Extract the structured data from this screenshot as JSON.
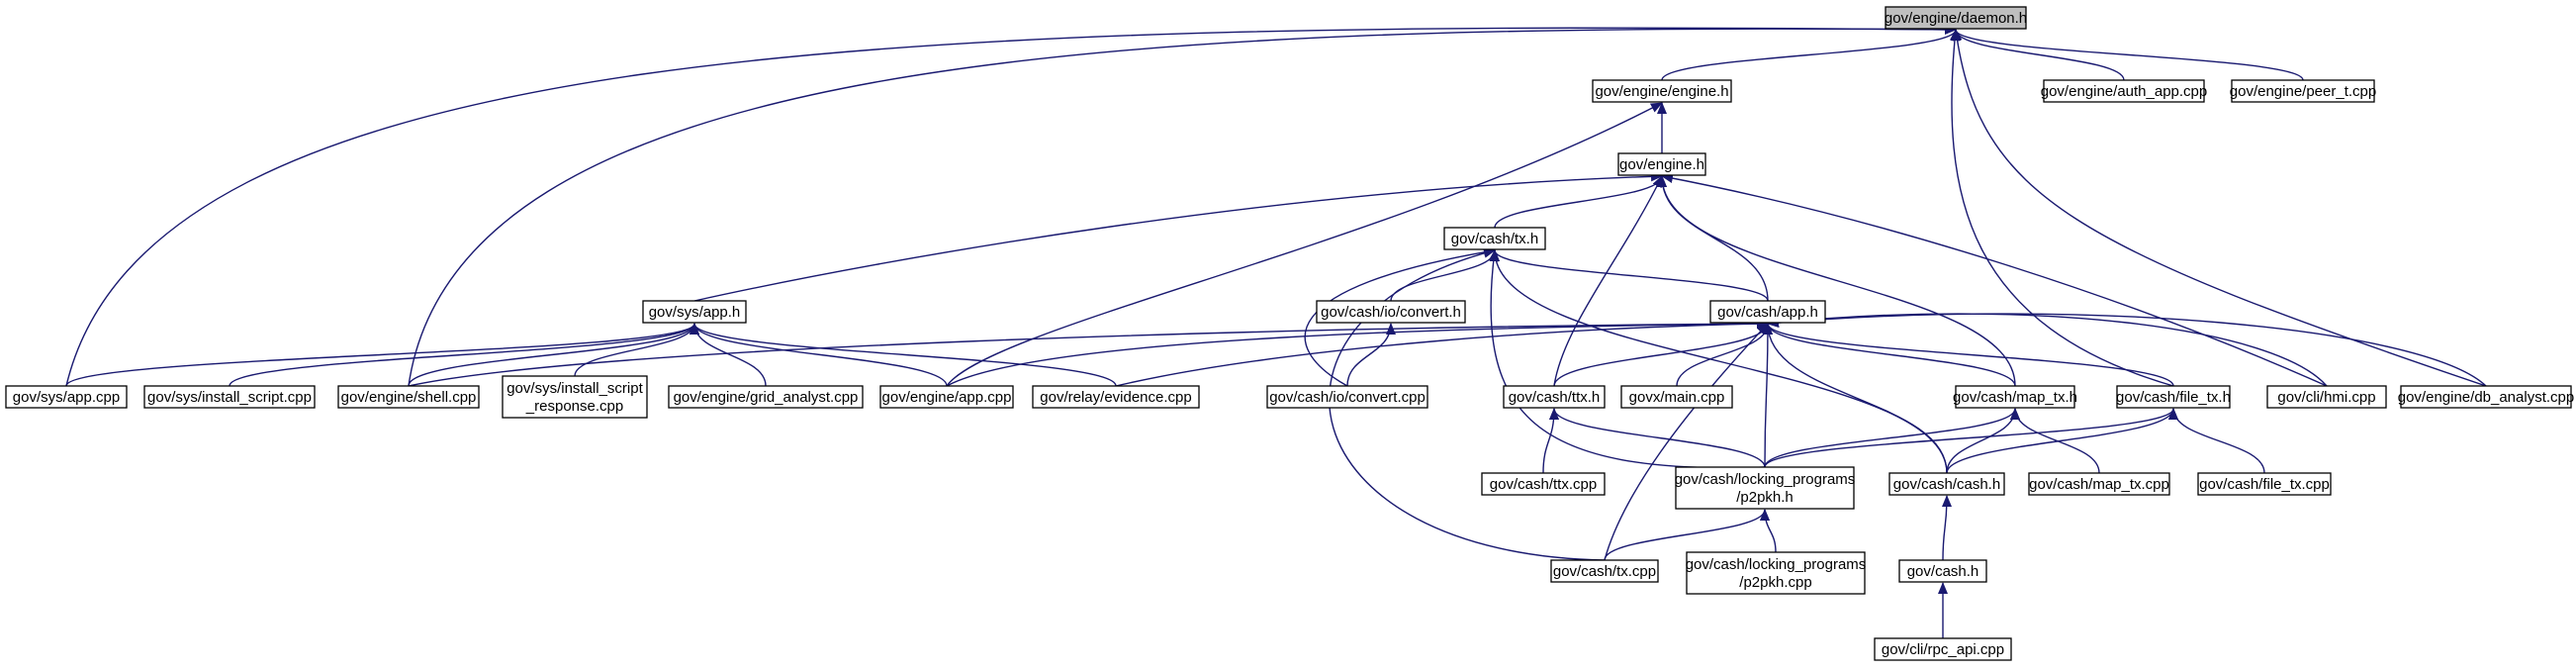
{
  "graph": {
    "title": "",
    "colors": {
      "edge": "#191970",
      "root_fill": "#bfbfbf",
      "node_fill": "#ffffff",
      "node_border": "#000000"
    },
    "nodes": [
      {
        "id": "daemon_h",
        "lines": [
          "gov/engine/daemon.h"
        ],
        "root": true
      },
      {
        "id": "engine_engine_h",
        "lines": [
          "gov/engine/engine.h"
        ]
      },
      {
        "id": "auth_app_cpp",
        "lines": [
          "gov/engine/auth_app.cpp"
        ]
      },
      {
        "id": "peer_t_cpp",
        "lines": [
          "gov/engine/peer_t.cpp"
        ]
      },
      {
        "id": "engine_h",
        "lines": [
          "gov/engine.h"
        ]
      },
      {
        "id": "cash_tx_h",
        "lines": [
          "gov/cash/tx.h"
        ]
      },
      {
        "id": "sys_app_h",
        "lines": [
          "gov/sys/app.h"
        ]
      },
      {
        "id": "cash_io_convert_h",
        "lines": [
          "gov/cash/io/convert.h"
        ]
      },
      {
        "id": "cash_app_h",
        "lines": [
          "gov/cash/app.h"
        ]
      },
      {
        "id": "sys_app_cpp",
        "lines": [
          "gov/sys/app.cpp"
        ]
      },
      {
        "id": "sys_install_script_cpp",
        "lines": [
          "gov/sys/install_script.cpp"
        ]
      },
      {
        "id": "engine_shell_cpp",
        "lines": [
          "gov/engine/shell.cpp"
        ]
      },
      {
        "id": "sys_install_script_response_cpp",
        "lines": [
          "gov/sys/install_script",
          "_response.cpp"
        ]
      },
      {
        "id": "engine_grid_analyst_cpp",
        "lines": [
          "gov/engine/grid_analyst.cpp"
        ]
      },
      {
        "id": "engine_app_cpp",
        "lines": [
          "gov/engine/app.cpp"
        ]
      },
      {
        "id": "relay_evidence_cpp",
        "lines": [
          "gov/relay/evidence.cpp"
        ]
      },
      {
        "id": "cash_io_convert_cpp",
        "lines": [
          "gov/cash/io/convert.cpp"
        ]
      },
      {
        "id": "cash_ttx_h",
        "lines": [
          "gov/cash/ttx.h"
        ]
      },
      {
        "id": "govx_main_cpp",
        "lines": [
          "govx/main.cpp"
        ]
      },
      {
        "id": "cash_map_tx_h",
        "lines": [
          "gov/cash/map_tx.h"
        ]
      },
      {
        "id": "cash_file_tx_h",
        "lines": [
          "gov/cash/file_tx.h"
        ]
      },
      {
        "id": "cli_hmi_cpp",
        "lines": [
          "gov/cli/hmi.cpp"
        ]
      },
      {
        "id": "engine_db_analyst_cpp",
        "lines": [
          "gov/engine/db_analyst.cpp"
        ]
      },
      {
        "id": "cash_ttx_cpp",
        "lines": [
          "gov/cash/ttx.cpp"
        ]
      },
      {
        "id": "cash_locking_p2pkh_h",
        "lines": [
          "gov/cash/locking_programs",
          "/p2pkh.h"
        ]
      },
      {
        "id": "cash_cash_h",
        "lines": [
          "gov/cash/cash.h"
        ]
      },
      {
        "id": "cash_map_tx_cpp",
        "lines": [
          "gov/cash/map_tx.cpp"
        ]
      },
      {
        "id": "cash_file_tx_cpp",
        "lines": [
          "gov/cash/file_tx.cpp"
        ]
      },
      {
        "id": "cash_tx_cpp",
        "lines": [
          "gov/cash/tx.cpp"
        ]
      },
      {
        "id": "cash_locking_p2pkh_cpp",
        "lines": [
          "gov/cash/locking_programs",
          "/p2pkh.cpp"
        ]
      },
      {
        "id": "cash_h",
        "lines": [
          "gov/cash.h"
        ]
      },
      {
        "id": "cli_rpc_api_cpp",
        "lines": [
          "gov/cli/rpc_api.cpp"
        ]
      }
    ],
    "edges": [
      [
        "daemon_h",
        "engine_engine_h"
      ],
      [
        "daemon_h",
        "auth_app_cpp"
      ],
      [
        "daemon_h",
        "peer_t_cpp"
      ],
      [
        "daemon_h",
        "sys_app_cpp"
      ],
      [
        "daemon_h",
        "engine_shell_cpp"
      ],
      [
        "daemon_h",
        "cash_file_tx_h"
      ],
      [
        "daemon_h",
        "engine_db_analyst_cpp"
      ],
      [
        "engine_engine_h",
        "engine_h"
      ],
      [
        "engine_engine_h",
        "engine_app_cpp"
      ],
      [
        "engine_h",
        "sys_app_h"
      ],
      [
        "engine_h",
        "cash_tx_h"
      ],
      [
        "engine_h",
        "cash_app_h"
      ],
      [
        "engine_h",
        "cash_ttx_h"
      ],
      [
        "engine_h",
        "cash_map_tx_h"
      ],
      [
        "engine_h",
        "cli_hmi_cpp"
      ],
      [
        "cash_tx_h",
        "cash_io_convert_h"
      ],
      [
        "cash_tx_h",
        "cash_io_convert_cpp"
      ],
      [
        "cash_tx_h",
        "cash_app_h"
      ],
      [
        "cash_tx_h",
        "cash_cash_h"
      ],
      [
        "cash_tx_h",
        "cash_locking_p2pkh_h"
      ],
      [
        "cash_tx_h",
        "cash_tx_cpp"
      ],
      [
        "cash_io_convert_h",
        "cash_io_convert_cpp"
      ],
      [
        "sys_app_h",
        "sys_app_cpp"
      ],
      [
        "sys_app_h",
        "sys_install_script_cpp"
      ],
      [
        "sys_app_h",
        "engine_shell_cpp"
      ],
      [
        "sys_app_h",
        "sys_install_script_response_cpp"
      ],
      [
        "sys_app_h",
        "engine_grid_analyst_cpp"
      ],
      [
        "sys_app_h",
        "engine_app_cpp"
      ],
      [
        "sys_app_h",
        "relay_evidence_cpp"
      ],
      [
        "cash_app_h",
        "engine_shell_cpp"
      ],
      [
        "cash_app_h",
        "engine_app_cpp"
      ],
      [
        "cash_app_h",
        "relay_evidence_cpp"
      ],
      [
        "cash_app_h",
        "cash_ttx_h"
      ],
      [
        "cash_app_h",
        "govx_main_cpp"
      ],
      [
        "cash_app_h",
        "cash_map_tx_h"
      ],
      [
        "cash_app_h",
        "cash_file_tx_h"
      ],
      [
        "cash_app_h",
        "cli_hmi_cpp"
      ],
      [
        "cash_app_h",
        "engine_db_analyst_cpp"
      ],
      [
        "cash_app_h",
        "cash_locking_p2pkh_h"
      ],
      [
        "cash_app_h",
        "cash_cash_h"
      ],
      [
        "cash_app_h",
        "cash_tx_cpp"
      ],
      [
        "cash_ttx_h",
        "cash_ttx_cpp"
      ],
      [
        "cash_ttx_h",
        "cash_locking_p2pkh_h"
      ],
      [
        "cash_map_tx_h",
        "cash_locking_p2pkh_h"
      ],
      [
        "cash_map_tx_h",
        "cash_cash_h"
      ],
      [
        "cash_map_tx_h",
        "cash_map_tx_cpp"
      ],
      [
        "cash_file_tx_h",
        "cash_locking_p2pkh_h"
      ],
      [
        "cash_file_tx_h",
        "cash_cash_h"
      ],
      [
        "cash_file_tx_h",
        "cash_file_tx_cpp"
      ],
      [
        "cash_locking_p2pkh_h",
        "cash_tx_cpp"
      ],
      [
        "cash_locking_p2pkh_h",
        "cash_locking_p2pkh_cpp"
      ],
      [
        "cash_cash_h",
        "cash_h"
      ],
      [
        "cash_h",
        "cli_rpc_api_cpp"
      ]
    ]
  }
}
